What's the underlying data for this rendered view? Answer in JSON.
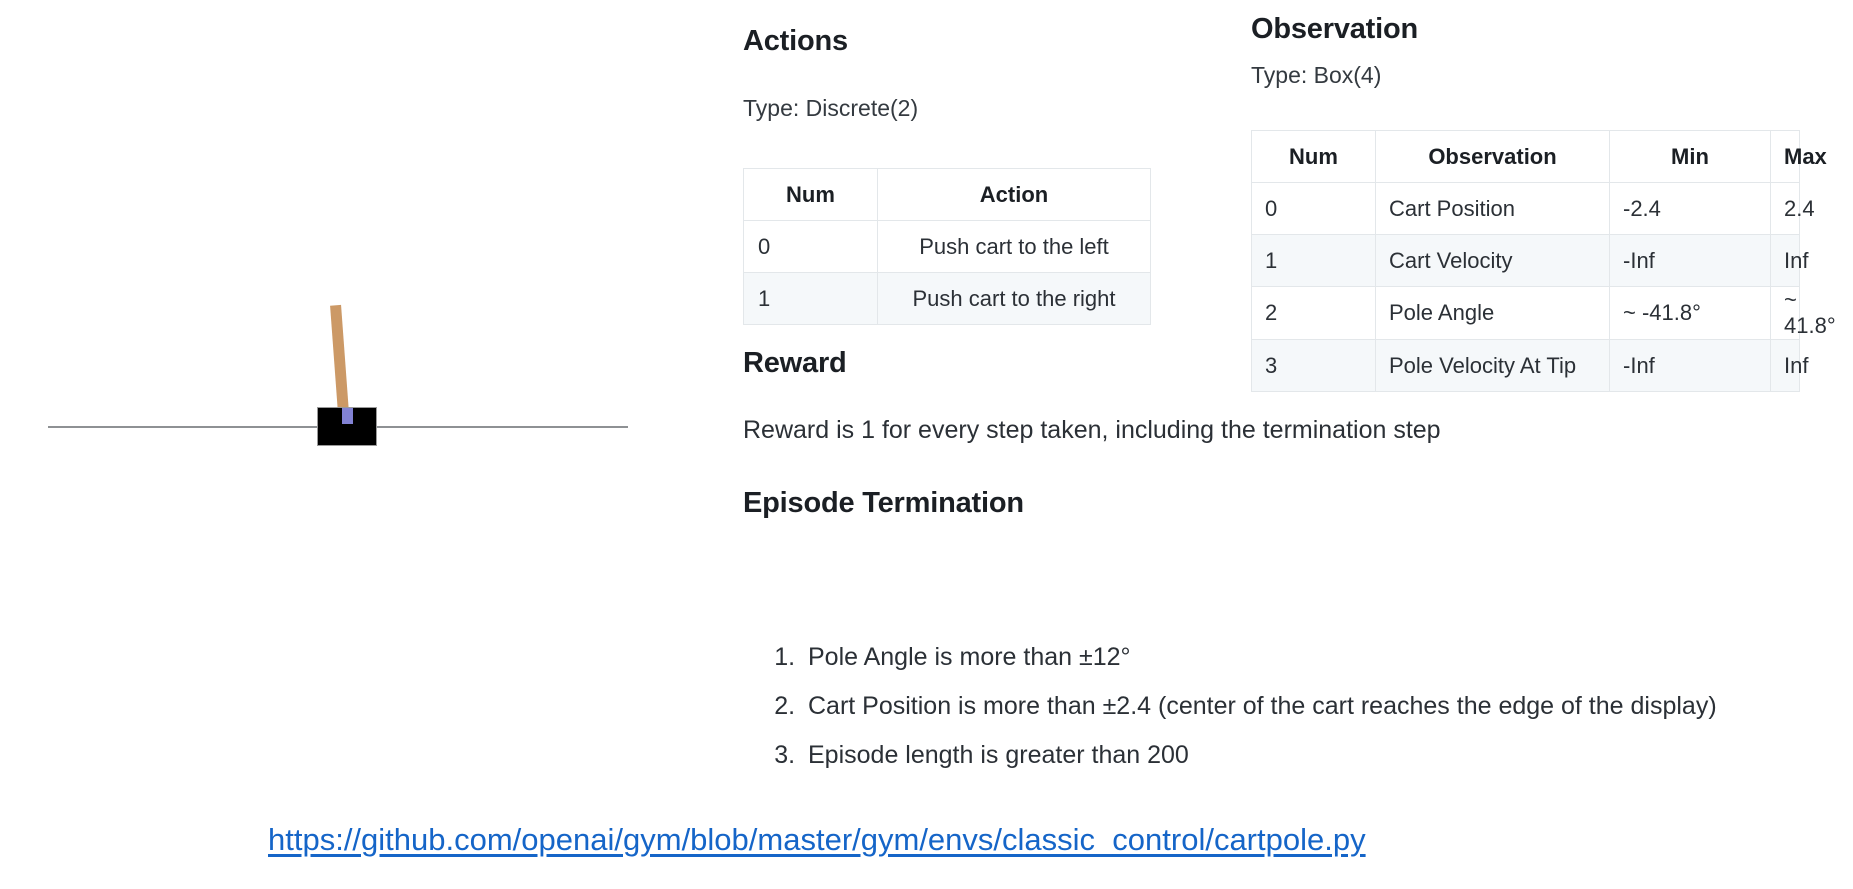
{
  "figure": {
    "name": "cartpole-render",
    "cart_color": "#000000",
    "pole_color": "#cc9966",
    "axle_color": "#8282d4",
    "track_color": "#8e9194"
  },
  "actions": {
    "heading": "Actions",
    "type_line": "Type: Discrete(2)",
    "table": {
      "headers": [
        "Num",
        "Action"
      ],
      "rows": [
        [
          "0",
          "Push cart to the left"
        ],
        [
          "1",
          "Push cart to the right"
        ]
      ]
    }
  },
  "observation": {
    "heading": "Observation",
    "type_line": "Type: Box(4)",
    "table": {
      "headers": [
        "Num",
        "Observation",
        "Min",
        "Max"
      ],
      "rows": [
        [
          "0",
          "Cart Position",
          "-2.4",
          "2.4"
        ],
        [
          "1",
          "Cart Velocity",
          "-Inf",
          "Inf"
        ],
        [
          "2",
          "Pole Angle",
          "~ -41.8°",
          "~ 41.8°"
        ],
        [
          "3",
          "Pole Velocity At Tip",
          "-Inf",
          "Inf"
        ]
      ]
    }
  },
  "reward": {
    "heading": "Reward",
    "text": "Reward is 1 for every step taken, including the termination step"
  },
  "termination": {
    "heading": "Episode Termination",
    "items": [
      "Pole Angle is more than ±12°",
      "Cart Position is more than ±2.4 (center of the cart reaches the edge of the display)",
      "Episode length is greater than 200"
    ]
  },
  "link": {
    "label": "https://github.com/openai/gym/blob/master/gym/envs/classic_control/cartpole.py",
    "color": "#1565c8"
  }
}
